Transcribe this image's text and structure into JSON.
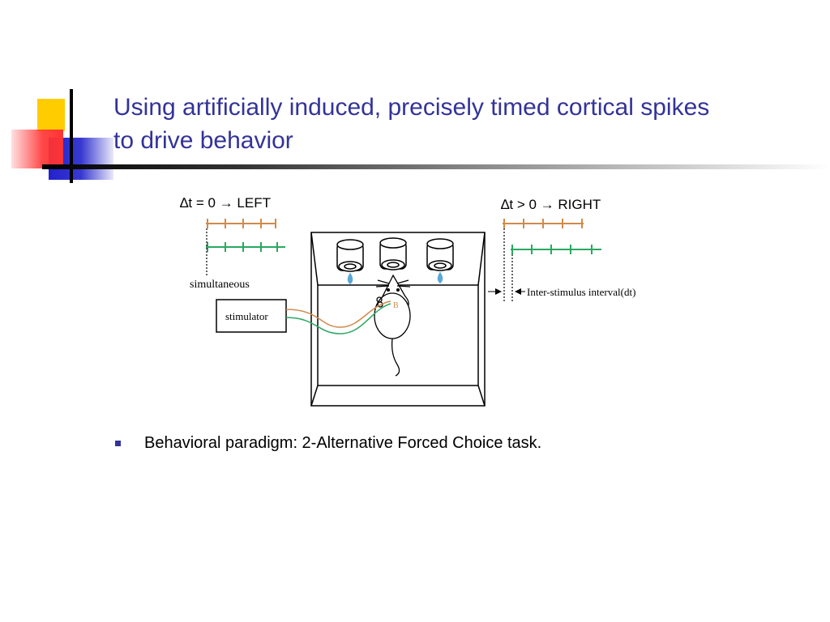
{
  "slide": {
    "title_line1": "Using artificially induced, precisely timed cortical spikes",
    "title_line2": "to drive behavior",
    "accent_color": "#333399"
  },
  "diagram": {
    "left_label": "∆t = 0 → LEFT",
    "right_label": "∆t > 0 → RIGHT",
    "simultaneous_label": "simultaneous",
    "stimulator_label": "stimulator",
    "interval_label": "Inter-stimulus interval(dt)",
    "electrode_label": "B",
    "spike_train_colors": {
      "orange": "#d08a4a",
      "green": "#2aa860"
    }
  },
  "bullets": [
    {
      "text": "Behavioral paradigm: 2-Alternative Forced Choice task."
    }
  ]
}
